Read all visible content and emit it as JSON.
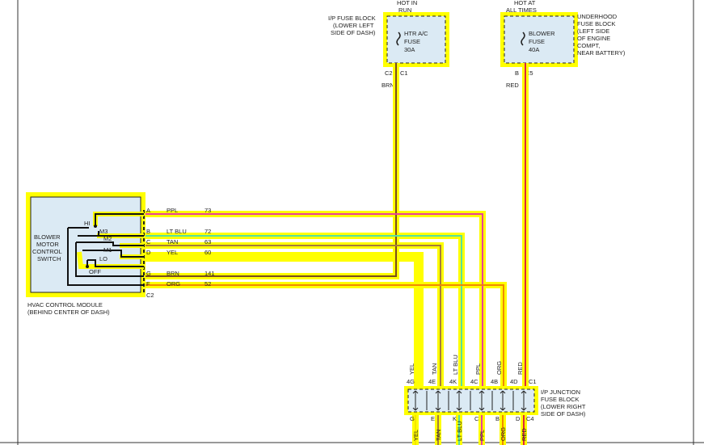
{
  "ip_fuse_block": {
    "power_label": [
      "HOT IN",
      "RUN"
    ],
    "name": [
      "I/P FUSE BLOCK",
      "(LOWER LEFT",
      "SIDE OF DASH)"
    ],
    "fuse": [
      "HTR A/C",
      "FUSE",
      "30A"
    ],
    "connectors": [
      "C2",
      "C1"
    ],
    "wire": "BRN"
  },
  "underhood_fuse_block": {
    "power_label": [
      "HOT AT",
      "ALL TIMES"
    ],
    "name": [
      "UNDERHOOD",
      "FUSE BLOCK",
      "(LEFT SIDE",
      "OF ENGINE",
      "COMPT,",
      "NEAR BATTERY)"
    ],
    "fuse": [
      "BLOWER",
      "FUSE",
      "40A"
    ],
    "connectors": [
      "B",
      "C5"
    ],
    "wire": "RED"
  },
  "hvac_module": {
    "switch_name": [
      "BLOWER",
      "MOTOR",
      "CONTROL",
      "SWITCH"
    ],
    "positions": [
      "HI",
      "M3",
      "M2",
      "M1",
      "LO",
      "OFF"
    ],
    "label": [
      "HVAC CONTROL MODULE",
      "(BEHIND CENTER OF DASH)"
    ],
    "connector": "C2"
  },
  "circuits": [
    {
      "pin": "A",
      "color_name": "PPL",
      "number": "73",
      "color": "#e8409a"
    },
    {
      "pin": "B",
      "color_name": "LT BLU",
      "number": "72",
      "color": "#56e0a0"
    },
    {
      "pin": "C",
      "color_name": "TAN",
      "number": "63",
      "color": "#a57d3a"
    },
    {
      "pin": "D",
      "color_name": "YEL",
      "number": "60",
      "color": "#f5e600"
    },
    {
      "pin": "G",
      "color_name": "BRN",
      "number": "141",
      "color": "#7a4b1e"
    },
    {
      "pin": "F",
      "color_name": "ORG",
      "number": "52",
      "color": "#f08a00"
    }
  ],
  "junction_block": {
    "name": [
      "I/P JUNCTION",
      "FUSE BLOCK",
      "(LOWER RIGHT",
      "SIDE OF DASH)"
    ],
    "top_pins": [
      "4G",
      "4E",
      "4K",
      "4C",
      "4B",
      "4D",
      "C1"
    ],
    "bottom_pins": [
      "G",
      "E",
      "K",
      "C",
      "B",
      "D",
      "C4"
    ],
    "top_wire_labels": [
      "YEL",
      "TAN",
      "LT BLU",
      "PPL",
      "ORG",
      "RED"
    ],
    "bottom_wire_labels": [
      "YEL",
      "TAN",
      "LT BLU",
      "PPL",
      "ORG",
      "RED"
    ]
  },
  "colors": {
    "highlight": "#ffff00",
    "box_fill": "#dbeaf4",
    "red_wire": "#e0263a",
    "brown_wire": "#7a4b1e"
  }
}
